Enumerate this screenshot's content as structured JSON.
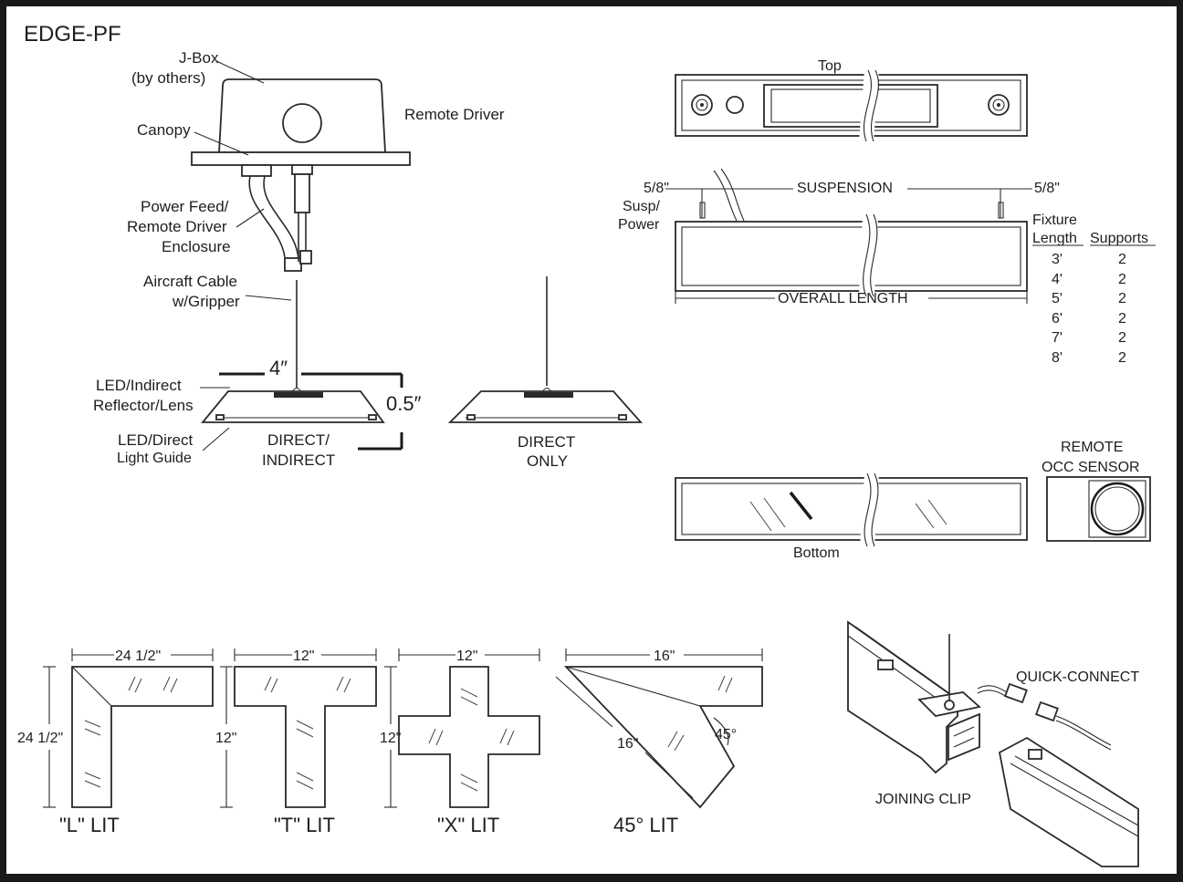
{
  "title": "EDGE-PF",
  "labels": {
    "jbox": "J-Box",
    "jbox_sub": "(by others)",
    "remote_driver": "Remote Driver",
    "canopy": "Canopy",
    "power_feed_1": "Power Feed/",
    "power_feed_2": "Remote Driver",
    "power_feed_3": "Enclosure",
    "aircraft_1": "Aircraft Cable",
    "aircraft_2": "w/Gripper",
    "led_indirect_1": "LED/Indirect",
    "led_indirect_2": "Reflector/Lens",
    "led_direct_1": "LED/Direct",
    "led_direct_2": "Light Guide",
    "dim_width": "4″",
    "dim_height": "0.5″",
    "direct_indirect_1": "DIRECT/",
    "direct_indirect_2": "INDIRECT",
    "direct_only_1": "DIRECT",
    "direct_only_2": "ONLY",
    "top": "Top",
    "bottom": "Bottom",
    "susp_left_1": "5/8\"",
    "susp_left_2": "Susp/",
    "susp_left_3": "Power",
    "suspension": "SUSPENSION",
    "susp_right": "5/8\"",
    "overall_length": "OVERALL LENGTH",
    "remote_occ_1": "REMOTE",
    "remote_occ_2": "OCC SENSOR",
    "quick_connect": "QUICK-CONNECT",
    "joining_clip": "JOINING CLIP"
  },
  "supports_table": {
    "header_length_1": "Fixture",
    "header_length_2": "Length",
    "header_supports": "Supports",
    "rows": [
      {
        "length": "3'",
        "supports": "2"
      },
      {
        "length": "4'",
        "supports": "2"
      },
      {
        "length": "5'",
        "supports": "2"
      },
      {
        "length": "6'",
        "supports": "2"
      },
      {
        "length": "7'",
        "supports": "2"
      },
      {
        "length": "8'",
        "supports": "2"
      }
    ]
  },
  "configs": [
    {
      "name": "\"L\" LIT",
      "dim_h": "24 1/2\"",
      "dim_v": "24 1/2\""
    },
    {
      "name": "\"T\" LIT",
      "dim_h": "12\"",
      "dim_v": "12\""
    },
    {
      "name": "\"X\" LIT",
      "dim_h": "12\"",
      "dim_v": "12\""
    },
    {
      "name": "45° LIT",
      "dim_h": "16\"",
      "dim_diag": "16\"",
      "angle": "45°"
    }
  ]
}
